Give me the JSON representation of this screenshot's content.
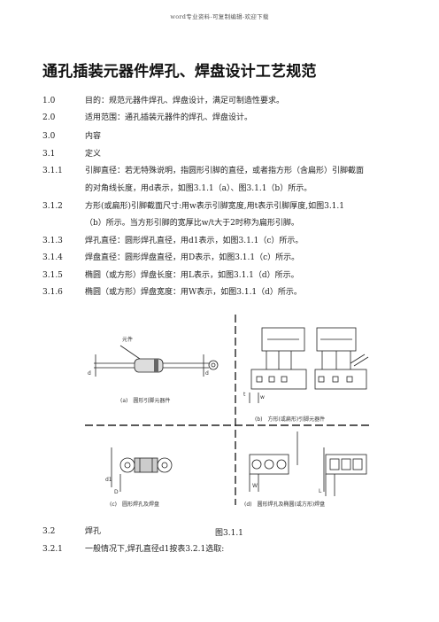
{
  "header": "word专业资料-可复制编辑-欢迎下载",
  "title": "通孔插装元器件焊孔、焊盘设计工艺规范",
  "sections": [
    {
      "num": "1.0",
      "text": "目的：规范元器件焊孔、焊盘设计，满足可制造性要求。"
    },
    {
      "num": "2.0",
      "text": "适用范围：通孔插装元器件的焊孔、焊盘设计。"
    },
    {
      "num": "3.0",
      "text": "内容"
    },
    {
      "num": "3.1",
      "text": "定义"
    },
    {
      "num": "3.1.1",
      "text": "引脚直径：若无特殊说明，指圆形引脚的直径，或者指方形（含扁形）引脚截面"
    },
    {
      "num": "3.1.2",
      "text": "方形(或扁形)引脚截面尺寸:用w表示引脚宽度,用t表示引脚厚度,如图3.1.1"
    },
    {
      "num": "3.1.3",
      "text": "焊孔直径：圆形焊孔直径，用d1表示，如图3.1.1（c）所示。"
    },
    {
      "num": "3.1.4",
      "text": "焊盘直径：圆形焊盘直径，用D表示，如图3.1.1（c）所示。"
    },
    {
      "num": "3.1.5",
      "text": "椭圆（或方形）焊盘长度：用L表示，如图3.1.1（d）所示。"
    },
    {
      "num": "3.1.6",
      "text": "椭圆（或方形）焊盘宽度：用W表示，如图3.1.1（d）所示。"
    }
  ],
  "continuations": {
    "c311": "的对角线长度，用d表示，如图3.1.1（a）、图3.1.1（b）所示。",
    "c312": "（b）所示。当方形引脚的宽厚比w/t大于2时称为扁形引脚。"
  },
  "figure": {
    "label_component": "元件",
    "cap_a": "(a)　圆形引脚元器件",
    "cap_b": "(b)　方形(或扁形)引脚元器件",
    "cap_c": "(c)　圆形焊孔及焊盘",
    "cap_d": "(d)　圆形焊孔及椭圆(或方形)焊盘",
    "dim_d": "d",
    "dim_t": "t",
    "dim_w": "w",
    "dim_d1": "d1",
    "dim_D": "D",
    "dim_W": "W",
    "dim_L": "L",
    "caption": "图3.1.1"
  },
  "after": [
    {
      "num": "3.2",
      "text": "焊孔"
    },
    {
      "num": "3.2.1",
      "text": "一般情况下,焊孔直径d1按表3.2.1选取:"
    }
  ]
}
